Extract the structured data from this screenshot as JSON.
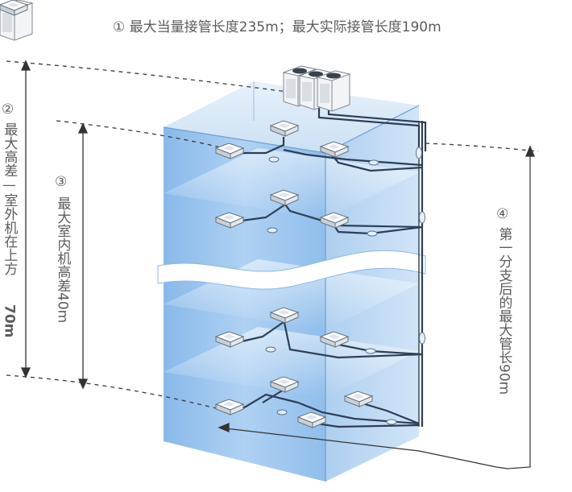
{
  "captions": {
    "top": "① 最大当量接管长度235m；最大实际接管长度190m",
    "left_num": "②",
    "left_text": "最大高差—室外机在上方",
    "left_value": "70m",
    "mid_num": "③",
    "mid_text": "最大室内机高差40m",
    "right_num": "④",
    "right_text": "第一分支后的最大管长90m"
  },
  "icons": {
    "outdoor_units": "outdoor-unit-icon",
    "indoor_units": "cassette-indoor-unit-icon"
  },
  "colors": {
    "building_front": "#9ec6ee",
    "building_side": "#b9d7f4",
    "building_top": "#d6e8f9",
    "pipe": "#2d3f56",
    "dashed": "#3a3a3a",
    "text": "#5c5c5c"
  }
}
